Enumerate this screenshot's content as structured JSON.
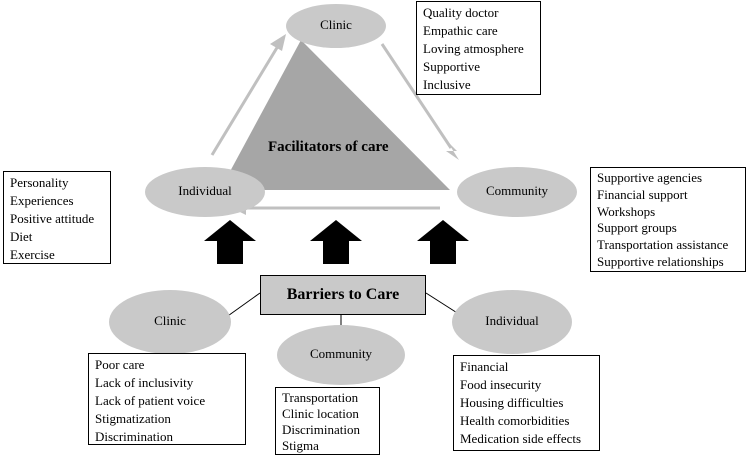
{
  "facilitators": {
    "title": "Facilitators of care",
    "nodes": {
      "clinic": "Clinic",
      "individual": "Individual",
      "community": "Community"
    },
    "clinic_items": [
      "Quality doctor",
      "Empathic care",
      "Loving atmosphere",
      "Supportive",
      "Inclusive"
    ],
    "individual_items": [
      "Personality",
      "Experiences",
      "Positive attitude",
      "Diet",
      "Exercise"
    ],
    "community_items": [
      "Supportive agencies",
      "Financial support",
      "Workshops",
      "Support groups",
      "Transportation assistance",
      "Supportive relationships"
    ]
  },
  "barriers": {
    "title": "Barriers to Care",
    "nodes": {
      "clinic": "Clinic",
      "community": "Community",
      "individual": "Individual"
    },
    "clinic_items": [
      "Poor care",
      "Lack of inclusivity",
      "Lack of patient voice",
      "Stigmatization",
      "Discrimination"
    ],
    "community_items": [
      "Transportation",
      "Clinic location",
      "Discrimination",
      "Stigma"
    ],
    "individual_items": [
      "Financial",
      "Food insecurity",
      "Housing difficulties",
      "Health comorbidities",
      "Medication side effects"
    ]
  },
  "colors": {
    "triangle": "#a6a6a6",
    "ellipse": "#c9c9c9",
    "arrow_light": "#c0c0c0",
    "arrow_dark": "#000000"
  }
}
